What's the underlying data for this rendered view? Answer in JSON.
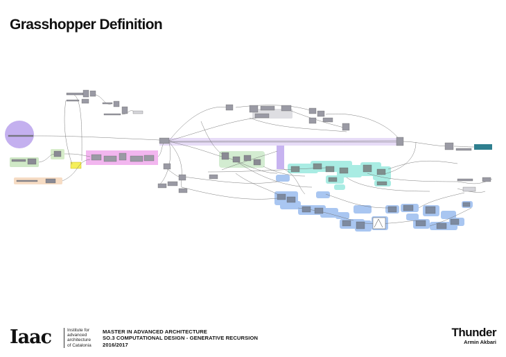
{
  "title": "Grasshopper Definition",
  "footer": {
    "logo_text": "Iaac",
    "institute_lines": [
      "Institute for",
      "advanced",
      "architecture",
      "of Catalonia"
    ],
    "program_lines": [
      "MASTER IN ADVANCED ARCHITECTURE",
      "SO.3 COMPUTATIONAL DESIGN - GENERATIVE RECURSION",
      "2016/2017"
    ],
    "project_name": "Thunder",
    "author": "Armin Akbari"
  },
  "colors": {
    "node_fill": "#9a9aa4",
    "wire": "#6b6b6b",
    "group_lavender": "#c4b0ef",
    "group_pink": "#f2b6ef",
    "group_green": "#cfe8c6",
    "group_teal": "#a9ece3",
    "group_blue": "#a9c6f1",
    "group_yellow": "#f5ef5a",
    "group_peach": "#f6dcc4",
    "group_pale_purple": "#e7dcf7"
  }
}
